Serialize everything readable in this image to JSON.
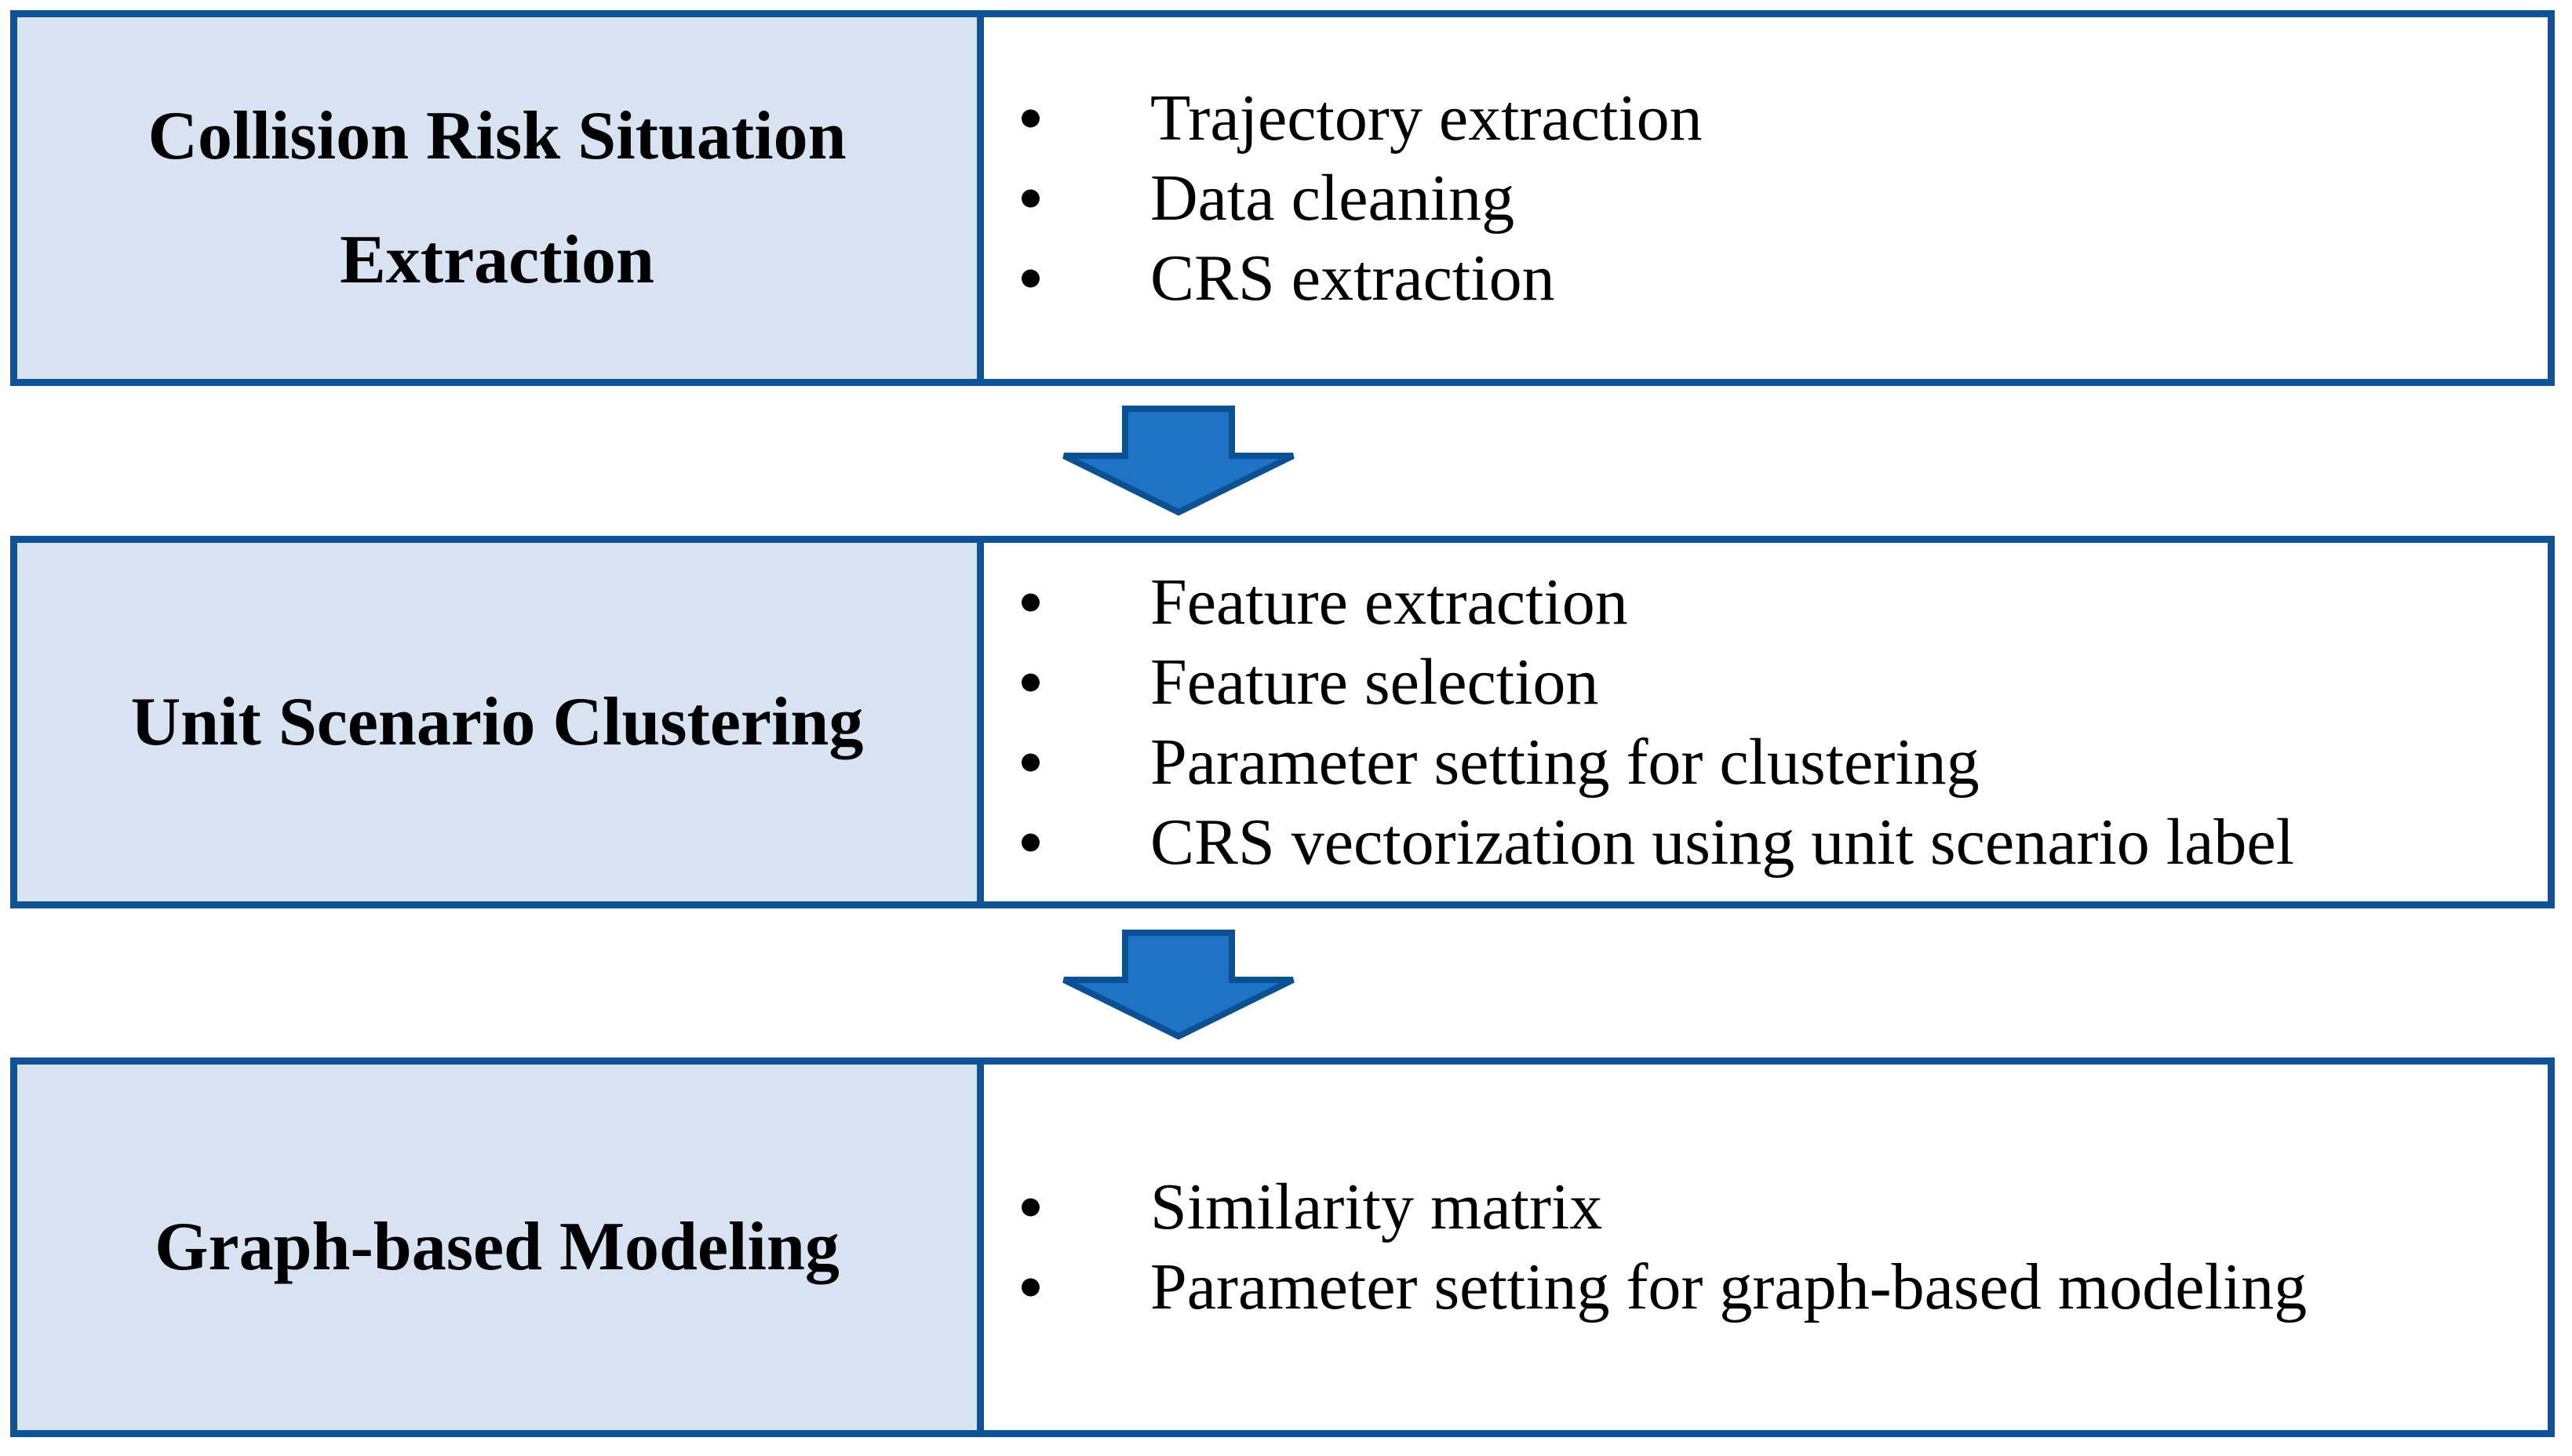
{
  "colors": {
    "box_border": "#0E5396",
    "stage_fill": "#D8E3F2",
    "detail_fill": "#FFFFFF",
    "arrow_fill": "#1E73C6",
    "arrow_border": "#0C5094",
    "text": "#000000"
  },
  "rows": [
    {
      "title_lines": [
        "Collision Risk Situation",
        "Extraction"
      ],
      "bullets": [
        "Trajectory extraction",
        "Data cleaning",
        "CRS extraction"
      ]
    },
    {
      "title_lines": [
        "Unit Scenario Clustering"
      ],
      "bullets": [
        "Feature extraction",
        "Feature selection",
        "Parameter setting for clustering",
        "CRS vectorization using unit scenario label"
      ]
    },
    {
      "title_lines": [
        "Graph-based Modeling"
      ],
      "bullets": [
        "Similarity matrix",
        "Parameter setting for graph-based modeling"
      ]
    }
  ]
}
